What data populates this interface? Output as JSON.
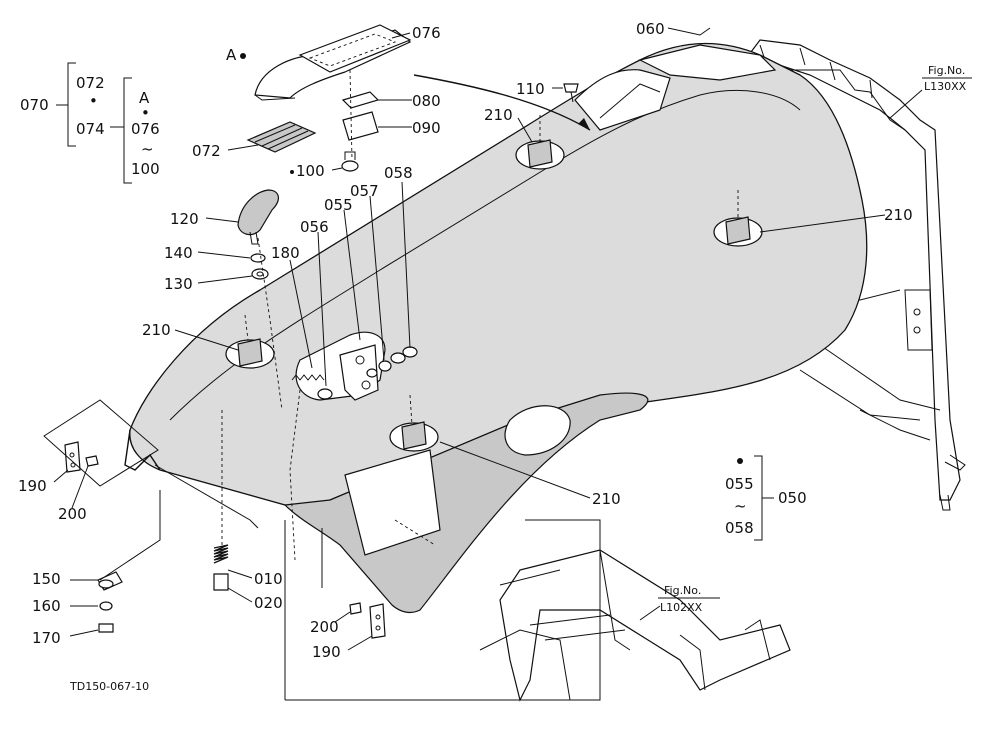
{
  "diagram": {
    "code": "TD150-067-10",
    "view_marker": "A",
    "parts": [
      "050",
      "055",
      "056",
      "057",
      "058",
      "060",
      "070",
      "072",
      "074",
      "076",
      "080",
      "090",
      "100",
      "110",
      "120",
      "130",
      "140",
      "150",
      "160",
      "170",
      "180",
      "190",
      "200",
      "210",
      "010",
      "020"
    ],
    "labels": {
      "p076": "076",
      "pA": "A",
      "p060": "060",
      "p110": "110",
      "p080": "080",
      "p090": "090",
      "p072b": "072",
      "p100": "100",
      "p210a": "210",
      "p210b": "210",
      "p210c": "210",
      "p210d": "210",
      "p120": "120",
      "p140": "140",
      "p130": "130",
      "p180": "180",
      "p056": "056",
      "p055": "055",
      "p057": "057",
      "p058": "058",
      "p190a": "190",
      "p200a": "200",
      "p150": "150",
      "p160": "160",
      "p170": "170",
      "p010": "010",
      "p020": "020",
      "p200b": "200",
      "p190b": "190",
      "p055r": "055",
      "p058r": "058",
      "p050": "050"
    },
    "group_070": {
      "label": "070",
      "top": "072",
      "dot": "•",
      "bottom": "074",
      "sub_a": "A",
      "sub_dot": "•",
      "sub_from": "076",
      "sub_tilde": "~",
      "sub_to": "100"
    },
    "group_050": {
      "label": "050",
      "from": "055",
      "tilde": "~",
      "to": "058"
    },
    "figrefs": [
      {
        "line1": "Fig.No.",
        "line2": "L130XX"
      },
      {
        "line1": "Fig.No.",
        "line2": "L102XX"
      }
    ]
  }
}
